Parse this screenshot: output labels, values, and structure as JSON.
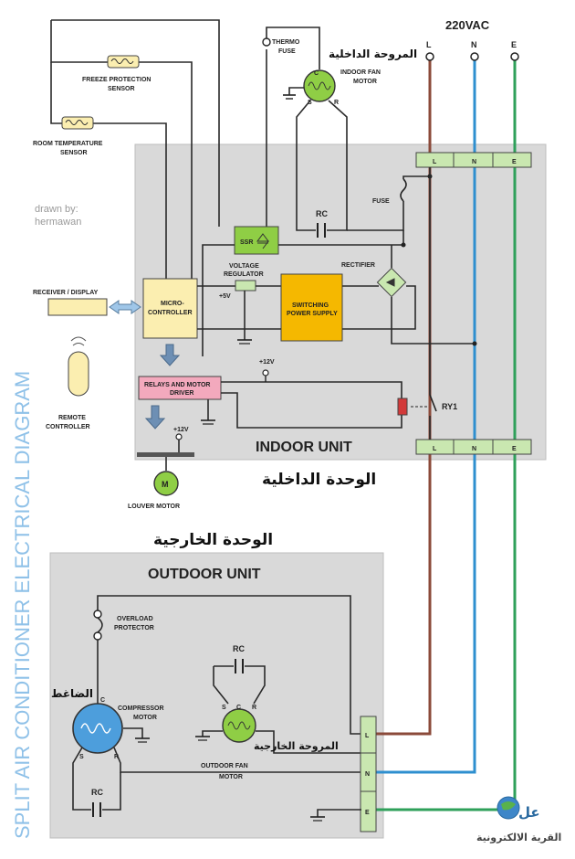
{
  "title": "SPLIT AIR CONDITIONER ELECTRICAL DIAGRAM",
  "credit": [
    "drawn by:",
    "hermawan"
  ],
  "supply": {
    "label": "220VAC",
    "terminals": [
      "L",
      "N",
      "E"
    ]
  },
  "indoor": {
    "unit_label": "INDOOR UNIT",
    "unit_label_ar": "الوحدة الداخلية",
    "thermo_fuse": [
      "THERMO",
      "FUSE"
    ],
    "fan_motor": [
      "INDOOR FAN",
      "MOTOR"
    ],
    "fan_motor_ar": "المروحة الداخلية",
    "freeze_sensor": [
      "FREEZE PROTECTION",
      "SENSOR"
    ],
    "room_sensor": [
      "ROOM TEMPERATURE",
      "SENSOR"
    ],
    "rc": "RC",
    "fuse": "FUSE",
    "ssr": "SSR",
    "voltage_regulator": [
      "VOLTAGE",
      "REGULATOR"
    ],
    "plus5v": "+5V",
    "rectifier": "RECTIFIER",
    "switching_ps": [
      "SWITCHING",
      "POWER SUPPLY"
    ],
    "receiver": "RECEIVER / DISPLAY",
    "microcontroller": [
      "MICRO-",
      "CONTROLLER"
    ],
    "plus12v_a": "+12V",
    "plus12v_b": "+12V",
    "relays": [
      "RELAYS AND MOTOR",
      "DRIVER"
    ],
    "ry1": "RY1",
    "remote": [
      "REMOTE",
      "CONTROLLER"
    ],
    "louver": "LOUVER MOTOR",
    "louver_symbol": "M",
    "terminals_top": [
      "L",
      "N",
      "E"
    ],
    "terminals_bottom": [
      "L",
      "N",
      "E"
    ]
  },
  "outdoor": {
    "unit_label": "OUTDOOR UNIT",
    "unit_label_ar": "الوحدة الخارجية",
    "overload": [
      "OVERLOAD",
      "PROTECTOR"
    ],
    "rc_top": "RC",
    "rc_bottom": "RC",
    "compressor": [
      "COMPRESSOR",
      "MOTOR"
    ],
    "compressor_ar": "الضاغط",
    "fan_motor": [
      "OUTDOOR FAN",
      "MOTOR"
    ],
    "fan_motor_ar": "المروحة الخارجية",
    "terminals": [
      "L",
      "N",
      "E"
    ],
    "pins": {
      "c": "C",
      "s": "S",
      "r": "R"
    }
  },
  "logo": {
    "text_ar": "القرية الالكترونية",
    "mark": "عل"
  },
  "colors": {
    "L": "#8b4a3a",
    "N": "#2e8fcf",
    "E": "#2fa05a",
    "unit_box": "#d9d9d9",
    "yellow_box": "#f5b800",
    "green_box": "#8fce45",
    "relay_box": "#f3a9bd",
    "micro_box": "#fbeeb0"
  }
}
